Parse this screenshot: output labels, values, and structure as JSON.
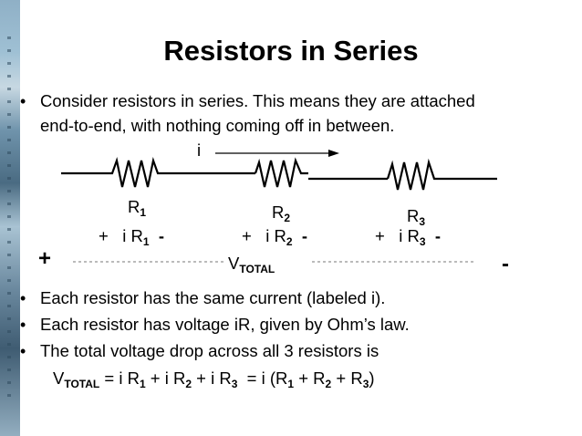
{
  "title": "Resistors in Series",
  "bullets": {
    "b1": {
      "line1": "Consider resistors in series.  This means they are attached",
      "line2": "end-to-end, with nothing coming off in between."
    },
    "b2": "Each resistor has the same current (labeled i).",
    "b3": "Each resistor has voltage iR, given by Ohm’s law.",
    "b4": "The total voltage drop across all 3 resistors is"
  },
  "circuit": {
    "current_label": "i",
    "resistors": [
      {
        "name": "R",
        "sub": "1",
        "plus": "+",
        "drop": "i R",
        "drop_sub": "1",
        "minus": "-"
      },
      {
        "name": "R",
        "sub": "2",
        "plus": "+",
        "drop": "i R",
        "drop_sub": "2",
        "minus": "-"
      },
      {
        "name": "R",
        "sub": "3",
        "plus": "+",
        "drop": "i R",
        "drop_sub": "3",
        "minus": "-"
      }
    ],
    "total_plus": "+",
    "total_minus": "-",
    "vtotal": "V",
    "vtotal_sub": "TOTAL"
  },
  "formula": {
    "lhs": "V",
    "lhs_sub": "TOTAL",
    "t1": " = i R",
    "t1_sub": "1",
    "t2": " + i R",
    "t2_sub": "2",
    "t3": " + i R",
    "t3_sub": "3",
    "t4": "  = i (R",
    "t4_sub": "1",
    "t5": " + R",
    "t5_sub": "2",
    "t6": " + R",
    "t6_sub": "3",
    "t7": ")"
  },
  "bullet_glyph": "•",
  "colors": {
    "text": "#000000",
    "background": "#ffffff",
    "dashed_line": "#777777"
  }
}
